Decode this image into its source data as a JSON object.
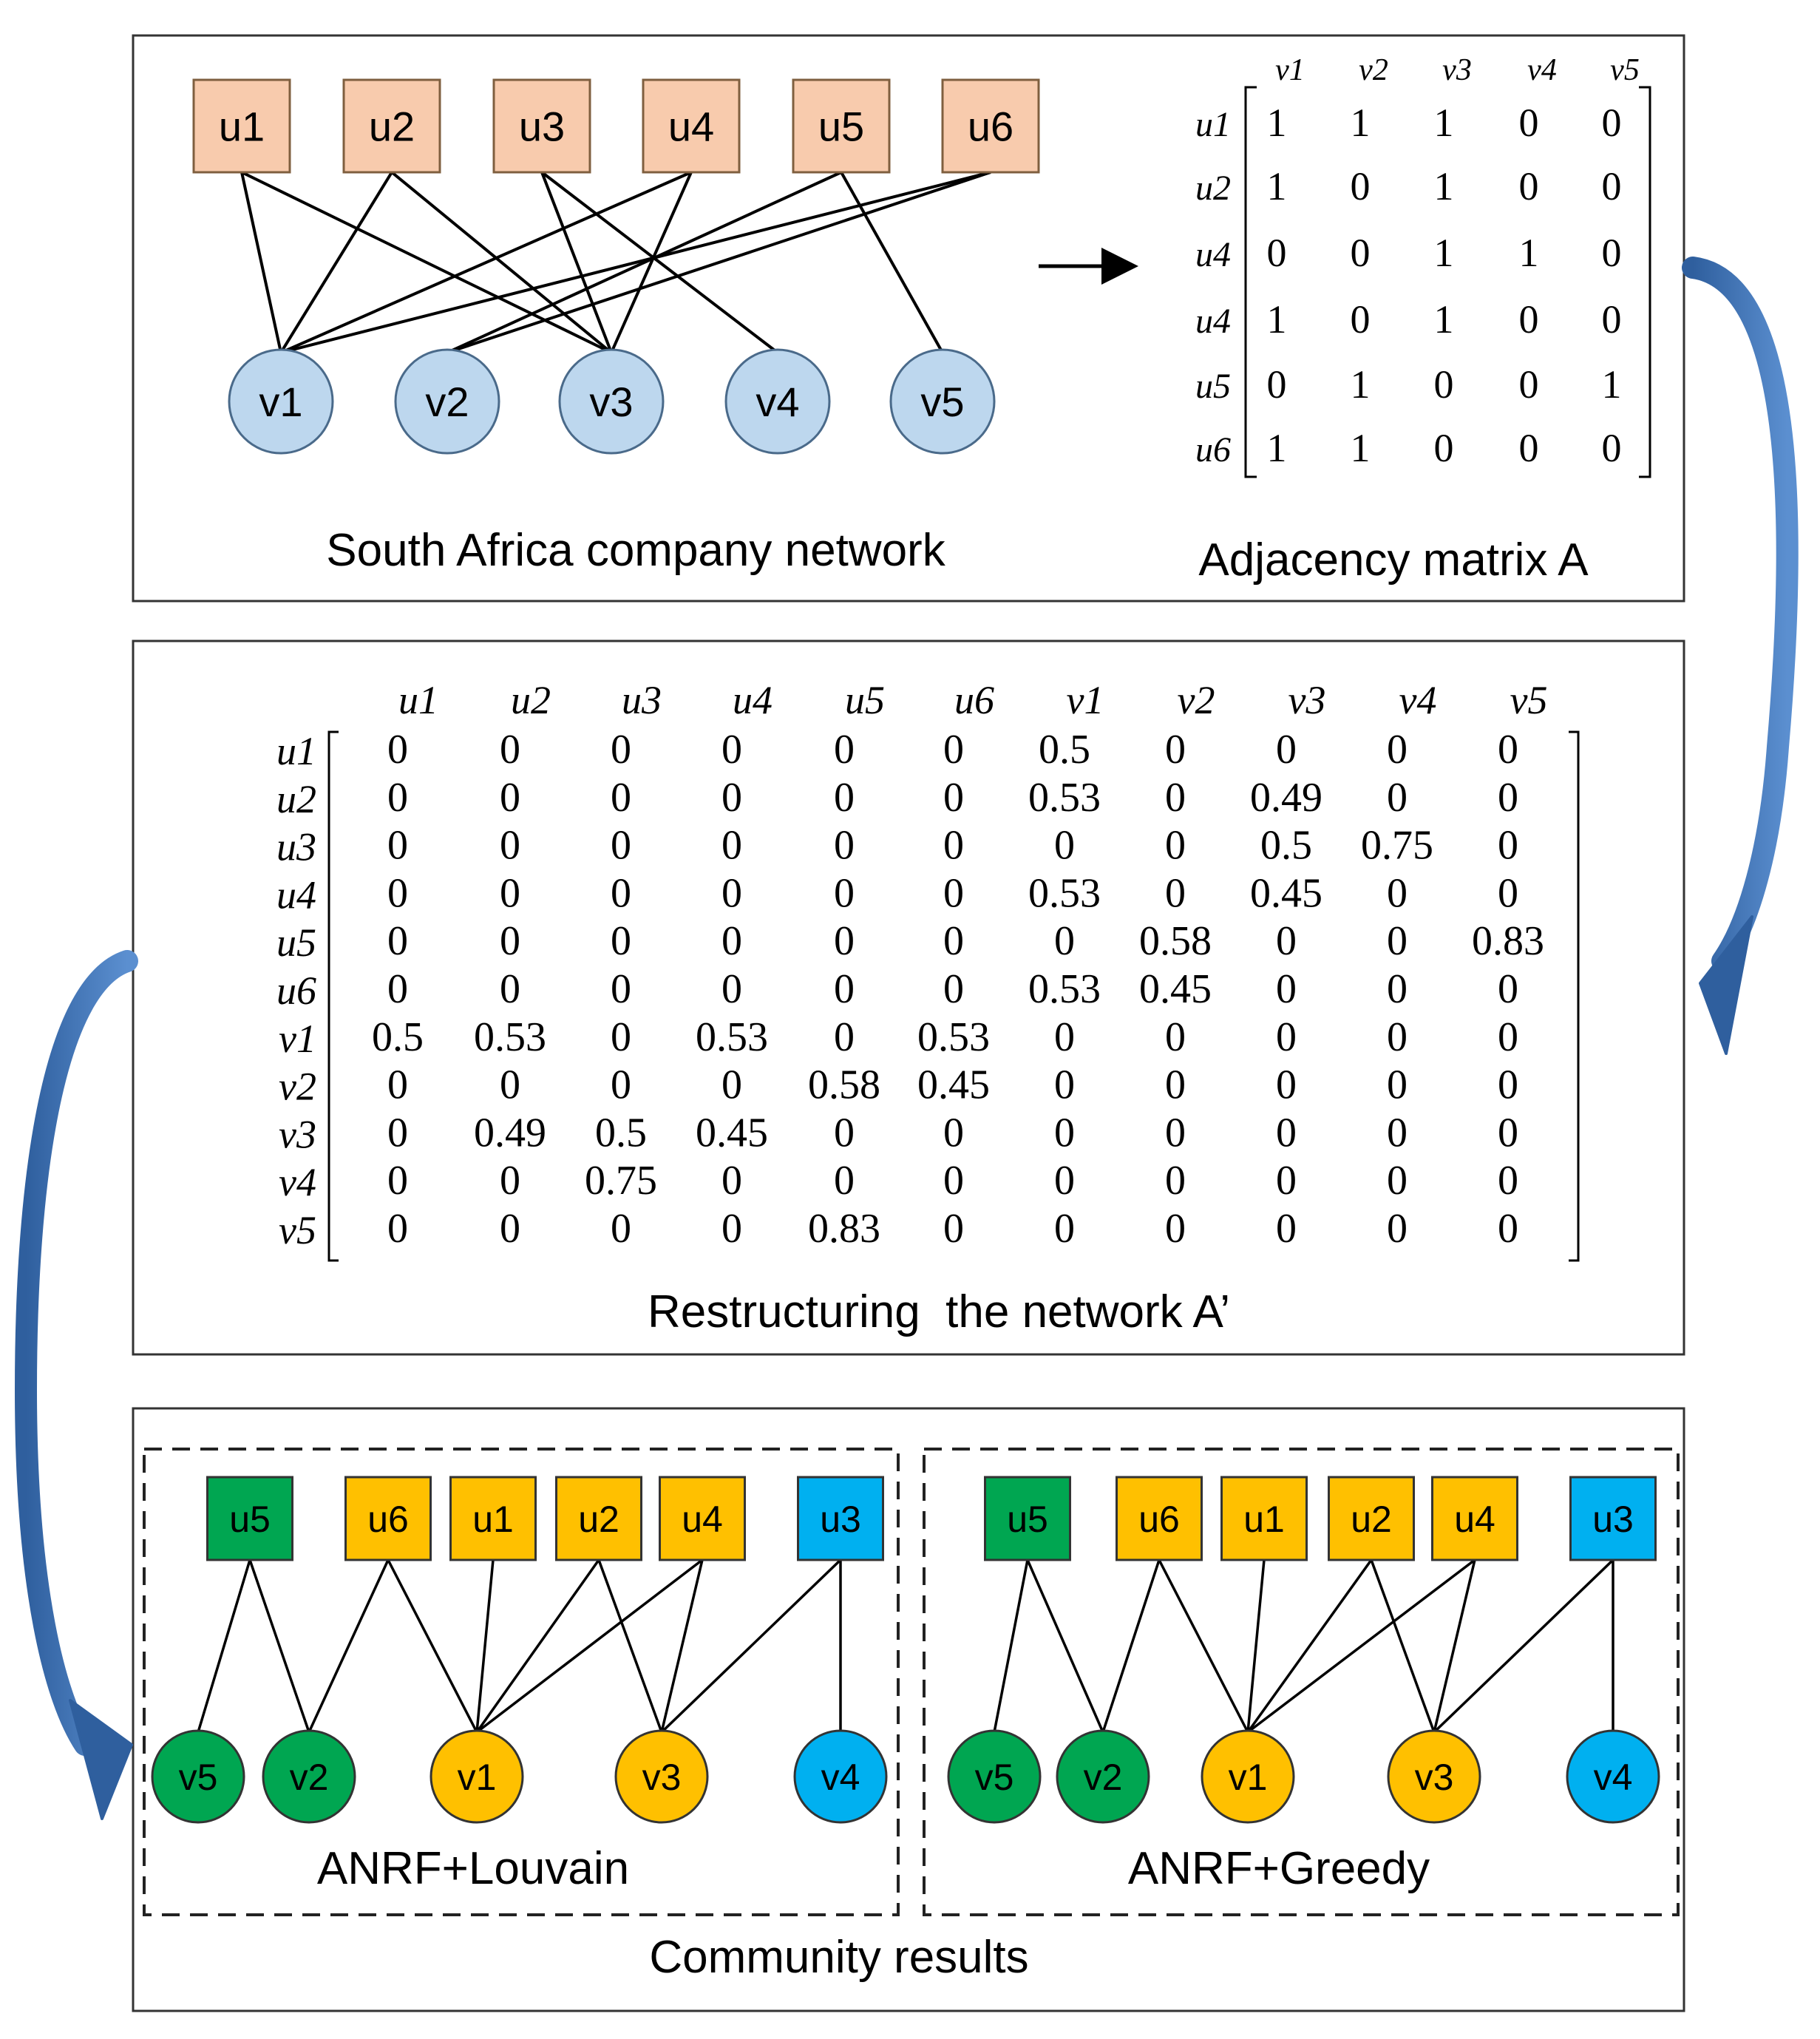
{
  "panel1": {
    "network_title": "South Africa company network",
    "matrix_title": "Adjacency matrix A",
    "u_nodes": [
      "u1",
      "u2",
      "u3",
      "u4",
      "u5",
      "u6"
    ],
    "v_nodes": [
      "v1",
      "v2",
      "v3",
      "v4",
      "v5"
    ],
    "edges": [
      [
        0,
        0
      ],
      [
        0,
        2
      ],
      [
        1,
        0
      ],
      [
        1,
        2
      ],
      [
        2,
        2
      ],
      [
        2,
        3
      ],
      [
        3,
        0
      ],
      [
        3,
        2
      ],
      [
        4,
        1
      ],
      [
        4,
        4
      ],
      [
        5,
        0
      ],
      [
        5,
        1
      ]
    ],
    "matrix": {
      "col_labels": [
        "v1",
        "v2",
        "v3",
        "v4",
        "v5"
      ],
      "row_labels": [
        "u1",
        "u2",
        "u4",
        "u4",
        "u5",
        "u6"
      ],
      "rows": [
        [
          "1",
          "1",
          "1",
          "0",
          "0"
        ],
        [
          "1",
          "0",
          "1",
          "0",
          "0"
        ],
        [
          "0",
          "0",
          "1",
          "1",
          "0"
        ],
        [
          "1",
          "0",
          "1",
          "0",
          "0"
        ],
        [
          "0",
          "1",
          "0",
          "0",
          "1"
        ],
        [
          "1",
          "1",
          "0",
          "0",
          "0"
        ]
      ]
    }
  },
  "panel2": {
    "title": "Restructuring  the network A’",
    "col_labels": [
      "u1",
      "u2",
      "u3",
      "u4",
      "u5",
      "u6",
      "v1",
      "v2",
      "v3",
      "v4",
      "v5"
    ],
    "row_labels": [
      "u1",
      "u2",
      "u3",
      "u4",
      "u5",
      "u6",
      "v1",
      "v2",
      "v3",
      "v4",
      "v5"
    ],
    "rows": [
      [
        "0",
        "0",
        "0",
        "0",
        "0",
        "0",
        "0.5",
        "0",
        "0",
        "0",
        "0"
      ],
      [
        "0",
        "0",
        "0",
        "0",
        "0",
        "0",
        "0.53",
        "0",
        "0.49",
        "0",
        "0"
      ],
      [
        "0",
        "0",
        "0",
        "0",
        "0",
        "0",
        "0",
        "0",
        "0.5",
        "0.75",
        "0"
      ],
      [
        "0",
        "0",
        "0",
        "0",
        "0",
        "0",
        "0.53",
        "0",
        "0.45",
        "0",
        "0"
      ],
      [
        "0",
        "0",
        "0",
        "0",
        "0",
        "0",
        "0",
        "0.58",
        "0",
        "0",
        "0.83"
      ],
      [
        "0",
        "0",
        "0",
        "0",
        "0",
        "0",
        "0.53",
        "0.45",
        "0",
        "0",
        "0"
      ],
      [
        "0.5",
        "0.53",
        "0",
        "0.53",
        "0",
        "0.53",
        "0",
        "0",
        "0",
        "0",
        "0"
      ],
      [
        "0",
        "0",
        "0",
        "0",
        "0.58",
        "0.45",
        "0",
        "0",
        "0",
        "0",
        "0"
      ],
      [
        "0",
        "0.49",
        "0.5",
        "0.45",
        "0",
        "0",
        "0",
        "0",
        "0",
        "0",
        "0"
      ],
      [
        "0",
        "0",
        "0.75",
        "0",
        "0",
        "0",
        "0",
        "0",
        "0",
        "0",
        "0"
      ],
      [
        "0",
        "0",
        "0",
        "0",
        "0.83",
        "0",
        "0",
        "0",
        "0",
        "0",
        "0"
      ]
    ]
  },
  "panel3": {
    "title": "Community results",
    "community_colors": {
      "green": "#00a651",
      "orange": "#ffc000",
      "blue": "#00b0f0"
    },
    "results": [
      {
        "label": "ANRF+Louvain",
        "u_nodes": [
          {
            "id": "u5",
            "c": "green"
          },
          {
            "id": "u6",
            "c": "orange"
          },
          {
            "id": "u1",
            "c": "orange"
          },
          {
            "id": "u2",
            "c": "orange"
          },
          {
            "id": "u4",
            "c": "orange"
          },
          {
            "id": "u3",
            "c": "blue"
          }
        ],
        "v_nodes": [
          {
            "id": "v5",
            "c": "green"
          },
          {
            "id": "v2",
            "c": "green"
          },
          {
            "id": "v1",
            "c": "orange"
          },
          {
            "id": "v3",
            "c": "orange"
          },
          {
            "id": "v4",
            "c": "blue"
          }
        ],
        "edges": [
          [
            0,
            0
          ],
          [
            0,
            1
          ],
          [
            1,
            1
          ],
          [
            1,
            2
          ],
          [
            2,
            2
          ],
          [
            3,
            2
          ],
          [
            3,
            3
          ],
          [
            4,
            2
          ],
          [
            4,
            3
          ],
          [
            5,
            3
          ],
          [
            5,
            4
          ]
        ]
      },
      {
        "label": "ANRF+Greedy",
        "u_nodes": [
          {
            "id": "u5",
            "c": "green"
          },
          {
            "id": "u6",
            "c": "orange"
          },
          {
            "id": "u1",
            "c": "orange"
          },
          {
            "id": "u2",
            "c": "orange"
          },
          {
            "id": "u4",
            "c": "orange"
          },
          {
            "id": "u3",
            "c": "blue"
          }
        ],
        "v_nodes": [
          {
            "id": "v5",
            "c": "green"
          },
          {
            "id": "v2",
            "c": "green"
          },
          {
            "id": "v1",
            "c": "orange"
          },
          {
            "id": "v3",
            "c": "orange"
          },
          {
            "id": "v4",
            "c": "blue"
          }
        ],
        "edges": [
          [
            0,
            0
          ],
          [
            0,
            1
          ],
          [
            1,
            1
          ],
          [
            1,
            2
          ],
          [
            2,
            2
          ],
          [
            3,
            2
          ],
          [
            3,
            3
          ],
          [
            4,
            2
          ],
          [
            4,
            3
          ],
          [
            5,
            3
          ],
          [
            5,
            4
          ]
        ]
      }
    ]
  }
}
